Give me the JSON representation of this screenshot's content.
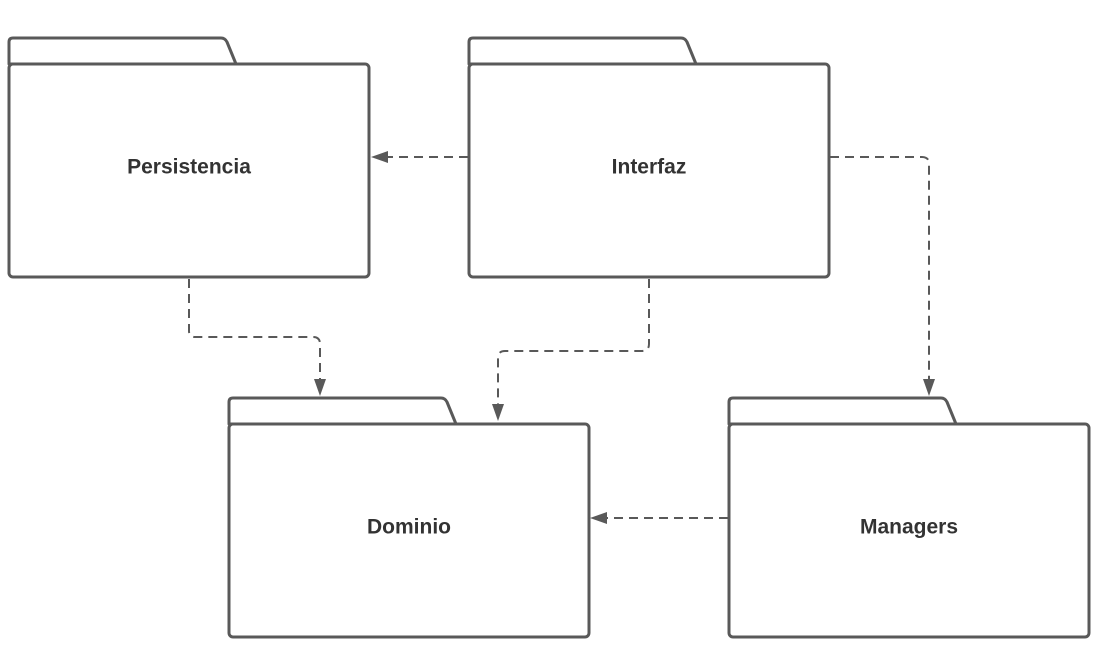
{
  "diagram": {
    "packages": {
      "persistencia": {
        "label": "Persistencia"
      },
      "interfaz": {
        "label": "Interfaz"
      },
      "dominio": {
        "label": "Dominio"
      },
      "managers": {
        "label": "Managers"
      }
    },
    "dependencies": [
      {
        "from": "Interfaz",
        "to": "Persistencia"
      },
      {
        "from": "Interfaz",
        "to": "Managers"
      },
      {
        "from": "Persistencia",
        "to": "Dominio"
      },
      {
        "from": "Interfaz",
        "to": "Dominio"
      },
      {
        "from": "Managers",
        "to": "Dominio"
      }
    ]
  },
  "colors": {
    "stroke": "#595959",
    "text": "#333333",
    "background": "#ffffff"
  }
}
